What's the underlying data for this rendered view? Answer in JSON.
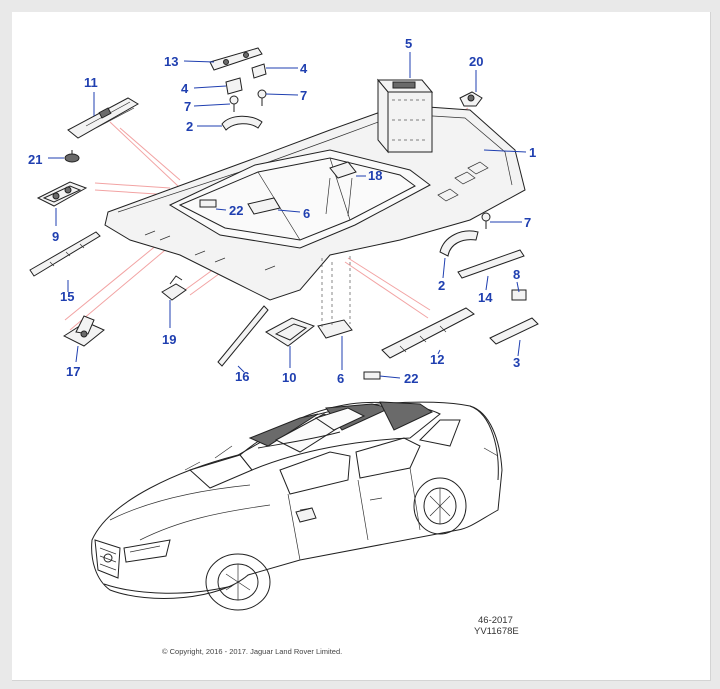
{
  "callouts": [
    {
      "id": "c1",
      "text": "1"
    },
    {
      "id": "c2a",
      "text": "2"
    },
    {
      "id": "c2b",
      "text": "2"
    },
    {
      "id": "c3",
      "text": "3"
    },
    {
      "id": "c4a",
      "text": "4"
    },
    {
      "id": "c4b",
      "text": "4"
    },
    {
      "id": "c5",
      "text": "5"
    },
    {
      "id": "c6a",
      "text": "6"
    },
    {
      "id": "c6b",
      "text": "6"
    },
    {
      "id": "c7a",
      "text": "7"
    },
    {
      "id": "c7b",
      "text": "7"
    },
    {
      "id": "c7c",
      "text": "7"
    },
    {
      "id": "c8",
      "text": "8"
    },
    {
      "id": "c9",
      "text": "9"
    },
    {
      "id": "c10",
      "text": "10"
    },
    {
      "id": "c11",
      "text": "11"
    },
    {
      "id": "c12",
      "text": "12"
    },
    {
      "id": "c13",
      "text": "13"
    },
    {
      "id": "c14",
      "text": "14"
    },
    {
      "id": "c15",
      "text": "15"
    },
    {
      "id": "c16",
      "text": "16"
    },
    {
      "id": "c17",
      "text": "17"
    },
    {
      "id": "c18",
      "text": "18"
    },
    {
      "id": "c19",
      "text": "19"
    },
    {
      "id": "c20",
      "text": "20"
    },
    {
      "id": "c21",
      "text": "21"
    },
    {
      "id": "c22a",
      "text": "22"
    },
    {
      "id": "c22b",
      "text": "22"
    }
  ],
  "meta": {
    "date_code": "46-2017",
    "drawing_number": "YV11678E",
    "copyright": "© Copyright, 2016 - 2017. Jaguar Land Rover Limited."
  },
  "colors": {
    "callout": "#1f3fb0",
    "leader_ray": "#f2a3a3",
    "line_art": "#222222",
    "background": "#e9e9e9"
  }
}
